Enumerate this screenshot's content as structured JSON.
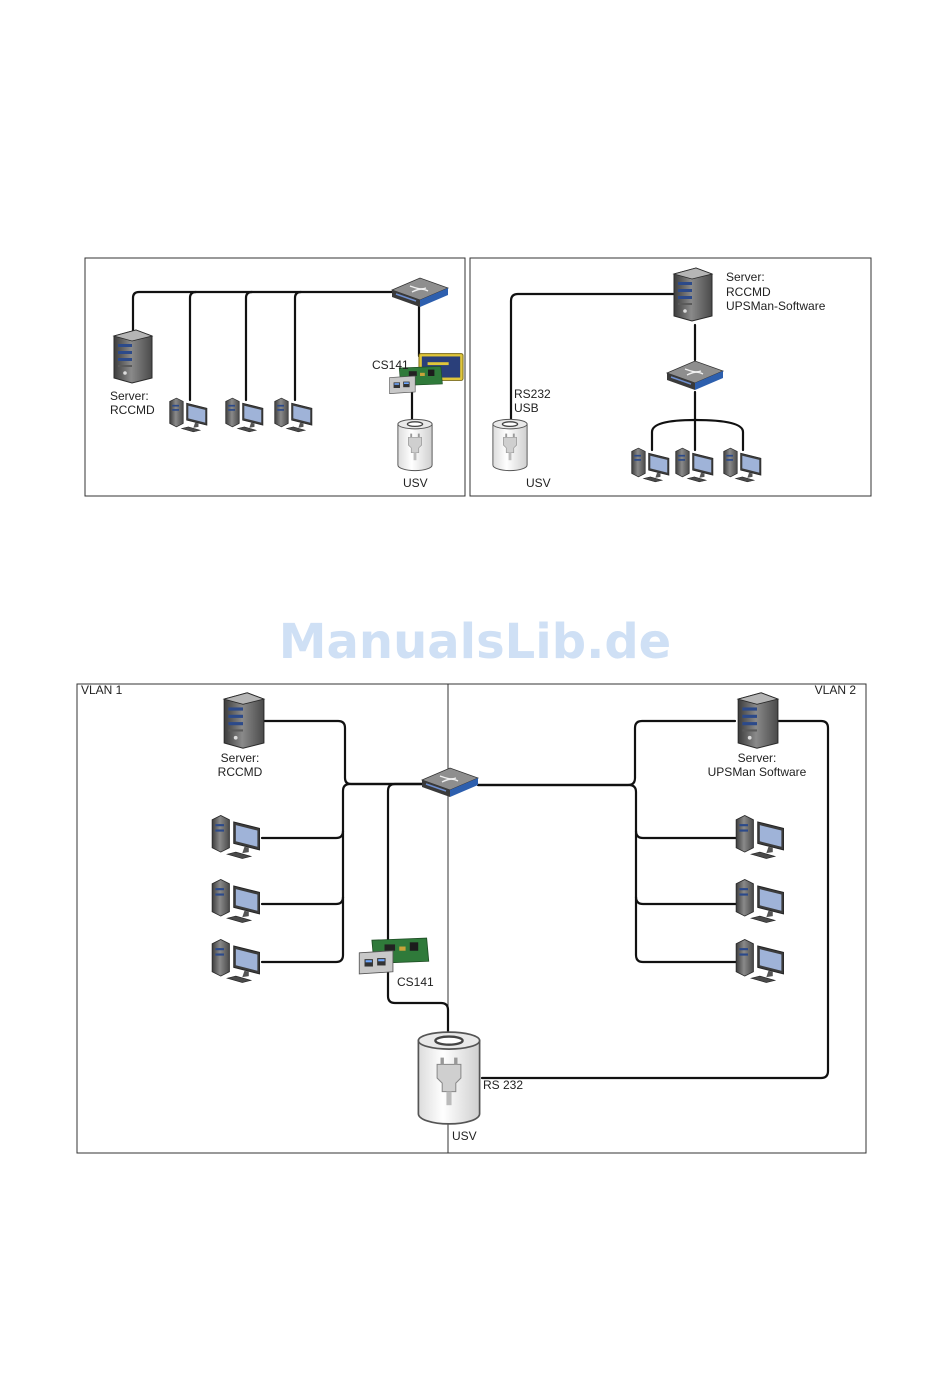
{
  "watermark": "ManualsLib.de",
  "diagram1": {
    "server_label_1": "Server:",
    "server_label_2": "RCCMD",
    "card_label": "CS141",
    "ups_label": "USV"
  },
  "diagram2": {
    "server_label_1": "Server:",
    "server_label_2": "RCCMD",
    "server_label_3": "UPSMan-Software",
    "conn_label_1": "RS232",
    "conn_label_2": "USB",
    "ups_label": "USV"
  },
  "diagram3": {
    "vlan1_label": "VLAN 1",
    "vlan2_label": "VLAN 2",
    "left_server_label_1": "Server:",
    "left_server_label_2": "RCCMD",
    "right_server_label_1": "Server:",
    "right_server_label_2": "UPSMan Software",
    "card_label": "CS141",
    "rs232_label": "RS 232",
    "ups_label": "USV"
  }
}
